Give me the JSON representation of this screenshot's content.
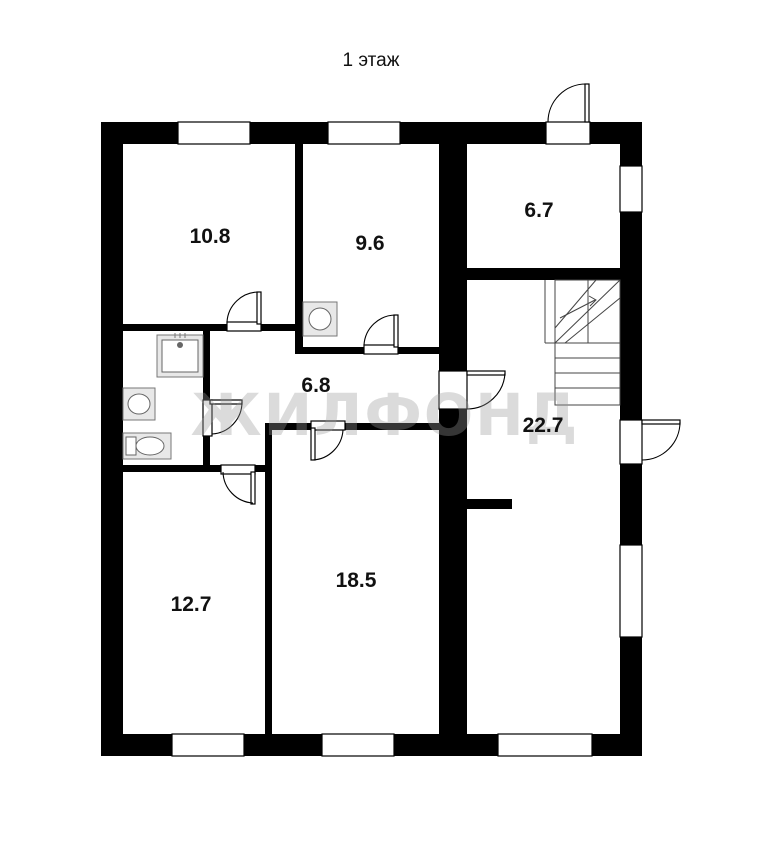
{
  "floor_title": "1 этаж",
  "watermark": "ЖИЛФОНД",
  "rooms": [
    {
      "id": "room-10-8",
      "area": "10.8"
    },
    {
      "id": "room-9-6",
      "area": "9.6"
    },
    {
      "id": "room-6-7",
      "area": "6.7"
    },
    {
      "id": "room-6-8",
      "area": "6.8"
    },
    {
      "id": "room-22-7",
      "area": "22.7"
    },
    {
      "id": "room-12-7",
      "area": "12.7"
    },
    {
      "id": "room-18-5",
      "area": "18.5"
    }
  ],
  "colors": {
    "wall": "#000000",
    "background": "#ffffff",
    "fixture": "#e8e8e8"
  }
}
